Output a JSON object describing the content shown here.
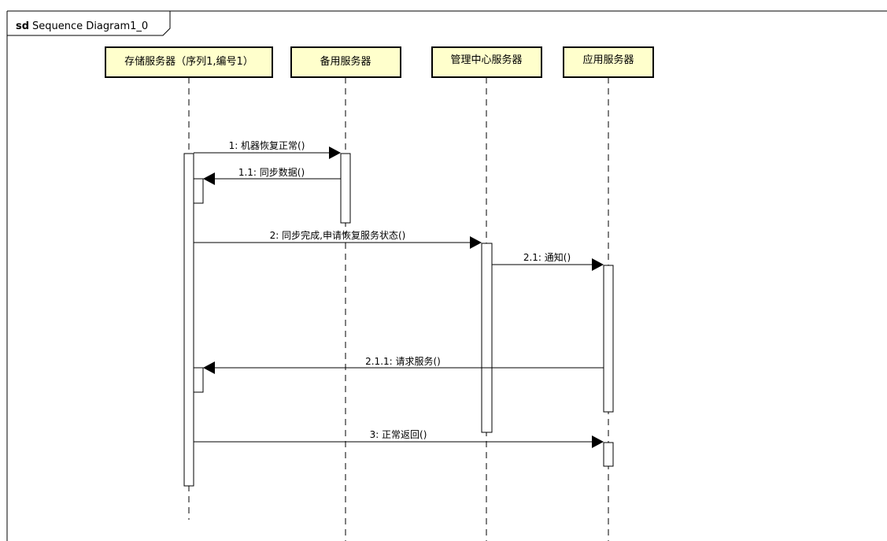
{
  "diagram": {
    "kind": "sd",
    "name": "Sequence Diagram1_0",
    "colors": {
      "participant_fill": "#ffffcc",
      "participant_border": "#000000",
      "line": "#000000",
      "background": "#ffffff"
    }
  },
  "participants": [
    {
      "id": "p1",
      "label": "存储服务器（序列1,编号1）"
    },
    {
      "id": "p2",
      "label": "备用服务器"
    },
    {
      "id": "p3",
      "label": "管理中心服务器"
    },
    {
      "id": "p4",
      "label": "应用服务器"
    }
  ],
  "messages": [
    {
      "label": "1: 机器恢复正常()",
      "from": "p1",
      "to": "p2"
    },
    {
      "label": "1.1: 同步数据()",
      "from": "p2",
      "to": "p1"
    },
    {
      "label": "2: 同步完成,申请恢复服务状态()",
      "from": "p1",
      "to": "p3"
    },
    {
      "label": "2.1: 通知()",
      "from": "p3",
      "to": "p4"
    },
    {
      "label": "2.1.1: 请求服务()",
      "from": "p4",
      "to": "p1"
    },
    {
      "label": "3: 正常返回()",
      "from": "p1",
      "to": "p4"
    }
  ]
}
